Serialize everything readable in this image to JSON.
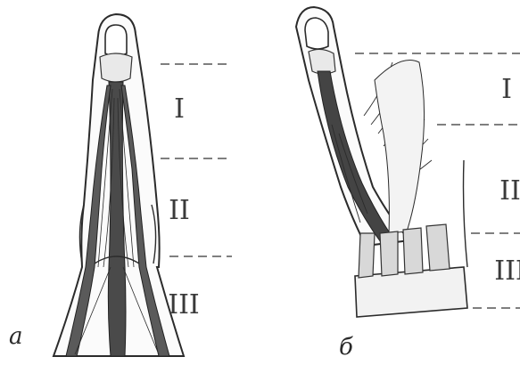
{
  "figure": {
    "panels": [
      {
        "label": "а",
        "zones": [
          "I",
          "II",
          "III"
        ]
      },
      {
        "label": "б",
        "zones": [
          "I",
          "II",
          "III"
        ]
      }
    ],
    "colors": {
      "ink": "#2b2b2b",
      "tendon": "#3b3b3b",
      "paper": "#ffffff",
      "dash": "#555555"
    }
  }
}
